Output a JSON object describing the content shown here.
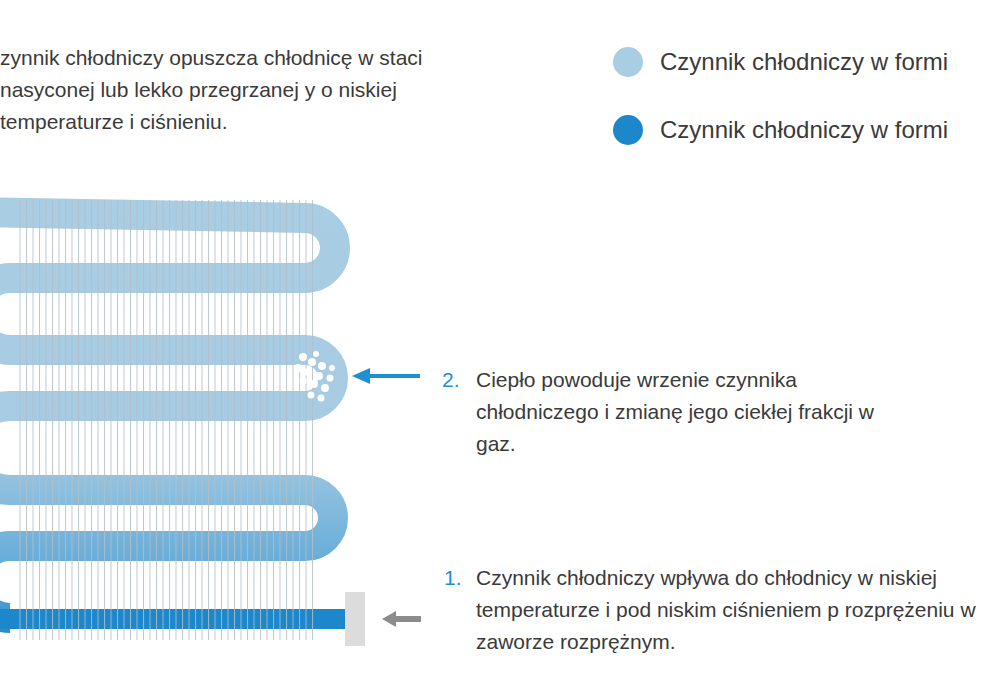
{
  "diagram": {
    "labels": [
      "zynnik chłodniczy opuszcza chłodnicę w staci nasyconej lub lekko przegrzanej y o niskiej temperaturze i ciśnieniu.",
      "2.",
      "Ciepło powoduje wrzenie czynnika chłodniczego i zmianę jego ciekłej frakcji w gaz.",
      "1.",
      "Czynnik chłodniczy wpływa do chłodnicy w niskiej temperaturze i pod niskim ciśnieniem p rozprężeniu w zaworze rozprężnym."
    ],
    "legend": [
      {
        "text": "Czynnik chłodniczy w formi",
        "color": "#a9cde3"
      },
      {
        "text": "Czynnik chłodniczy w formi",
        "color": "#1d87cc"
      }
    ]
  }
}
